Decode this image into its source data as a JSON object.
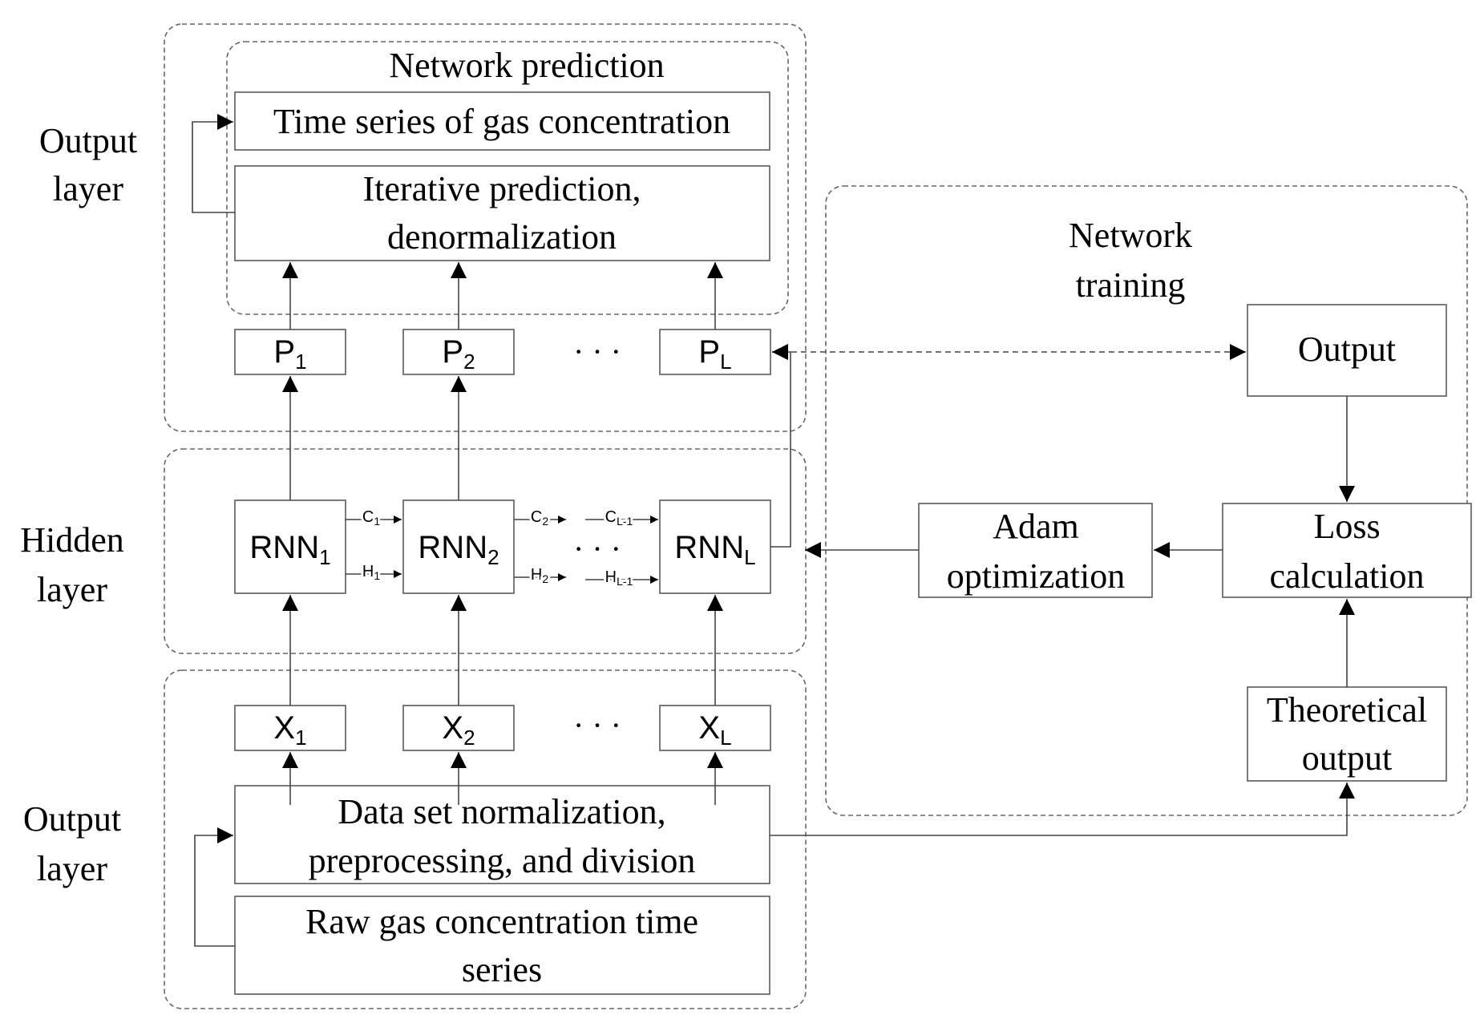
{
  "diagram": {
    "side_labels": {
      "output_top_line1": "Output",
      "output_top_line2": "layer",
      "hidden_line1": "Hidden",
      "hidden_line2": "layer",
      "output_bottom_line1": "Output",
      "output_bottom_line2": "layer"
    },
    "network_prediction": {
      "title": "Network prediction",
      "time_series_box": "Time series of gas concentration",
      "iterative_line1": "Iterative prediction,",
      "iterative_line2": "denormalization"
    },
    "outputs": {
      "p1": {
        "base": "P",
        "sub": "1"
      },
      "p2": {
        "base": "P",
        "sub": "2"
      },
      "pL": {
        "base": "P",
        "sub": "L"
      },
      "ellipsis": "· · ·"
    },
    "hidden": {
      "rnn1": {
        "base": "RNN",
        "sub": "1"
      },
      "rnn2": {
        "base": "RNN",
        "sub": "2"
      },
      "rnnL": {
        "base": "RNN",
        "sub": "L"
      },
      "c1": {
        "base": "C",
        "sub": "1"
      },
      "h1": {
        "base": "H",
        "sub": "1"
      },
      "c2": {
        "base": "C",
        "sub": "2"
      },
      "h2": {
        "base": "H",
        "sub": "2"
      },
      "cL1": {
        "base": "C",
        "sub": "L-1"
      },
      "hL1": {
        "base": "H",
        "sub": "L-1"
      },
      "ellipsis": "· · ·"
    },
    "inputs": {
      "x1": {
        "base": "X",
        "sub": "1"
      },
      "x2": {
        "base": "X",
        "sub": "2"
      },
      "xL": {
        "base": "X",
        "sub": "L"
      },
      "ellipsis": "· · ·",
      "normalization_line1": "Data set normalization,",
      "normalization_line2": "preprocessing, and division",
      "raw_line1": "Raw gas concentration time",
      "raw_line2": "series"
    },
    "training": {
      "title_line1": "Network",
      "title_line2": "training",
      "output_box": "Output",
      "loss_line1": "Loss",
      "loss_line2": "calculation",
      "adam_line1": "Adam",
      "adam_line2": "optimization",
      "theoretical_line1": "Theoretical",
      "theoretical_line2": "output"
    }
  }
}
